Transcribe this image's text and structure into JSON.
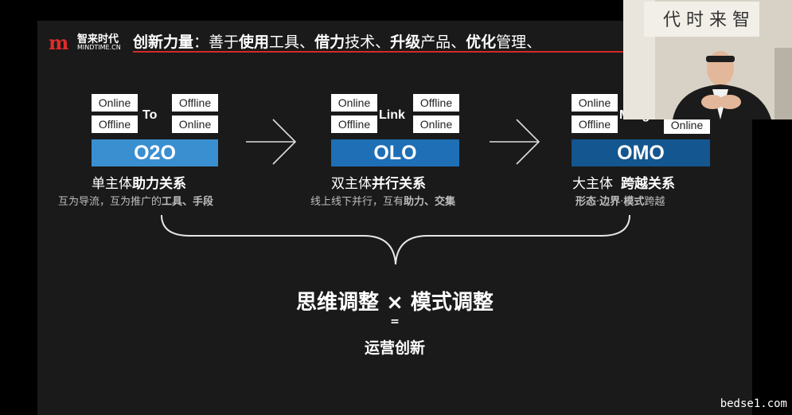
{
  "header": {
    "logo_mark": "m",
    "logo_cn": "智来时代",
    "logo_en": "MINDTIME.CN",
    "title_parts": [
      {
        "text": "创新力量",
        "bold": true
      },
      {
        "text": "：善于",
        "bold": false
      },
      {
        "text": "使用",
        "bold": true
      },
      {
        "text": "工具、",
        "bold": false
      },
      {
        "text": "借力",
        "bold": true
      },
      {
        "text": "技术、",
        "bold": false
      },
      {
        "text": "升级",
        "bold": true
      },
      {
        "text": "产品、",
        "bold": false
      },
      {
        "text": "优化",
        "bold": true
      },
      {
        "text": "管理、",
        "bold": false
      }
    ]
  },
  "models": [
    {
      "cells": [
        "Online",
        "Offline",
        "Offline",
        "Online"
      ],
      "connector": "To",
      "band": "O2O",
      "band_color": "#3a8fd0",
      "label_plain": "单主体",
      "label_bold": "助力关系",
      "desc_parts": [
        {
          "text": "互为导流，互为推广的",
          "bold": false
        },
        {
          "text": "工具",
          "bold": true
        },
        {
          "text": "、",
          "bold": false
        },
        {
          "text": "手段",
          "bold": true
        }
      ]
    },
    {
      "cells": [
        "Online",
        "Offline",
        "Offline",
        "Online"
      ],
      "connector": "Link",
      "band": "OLO",
      "band_color": "#1e6fb5",
      "label_plain": "双主体",
      "label_bold": "并行关系",
      "desc_parts": [
        {
          "text": "线上线下并行，互有",
          "bold": false
        },
        {
          "text": "助力",
          "bold": true
        },
        {
          "text": "、",
          "bold": false
        },
        {
          "text": "交集",
          "bold": true
        }
      ]
    },
    {
      "cells": [
        "Online",
        "Offline",
        "",
        "Online"
      ],
      "connector": "Merge",
      "band": "OMO",
      "band_color": "#14568f",
      "label_plain": "大主体",
      "label_bold": "跨越关系",
      "desc_parts": [
        {
          "text": "形态",
          "bold": true
        },
        {
          "text": "·",
          "bold": false
        },
        {
          "text": "边界",
          "bold": true
        },
        {
          "text": "·",
          "bold": false
        },
        {
          "text": "模式",
          "bold": true
        },
        {
          "text": "跨越",
          "bold": false
        }
      ]
    }
  ],
  "conclusion": {
    "line1": "思维调整 × 模式调整",
    "line2": "=",
    "line3": "运营创新"
  },
  "watermark": "bedse1.com",
  "colors": {
    "slide_bg": "#1a1a1a",
    "accent_red": "#d42a2a"
  },
  "icons": [
    "logo-mark",
    "arrow-right-icon",
    "curly-brace-icon",
    "presenter-video"
  ]
}
